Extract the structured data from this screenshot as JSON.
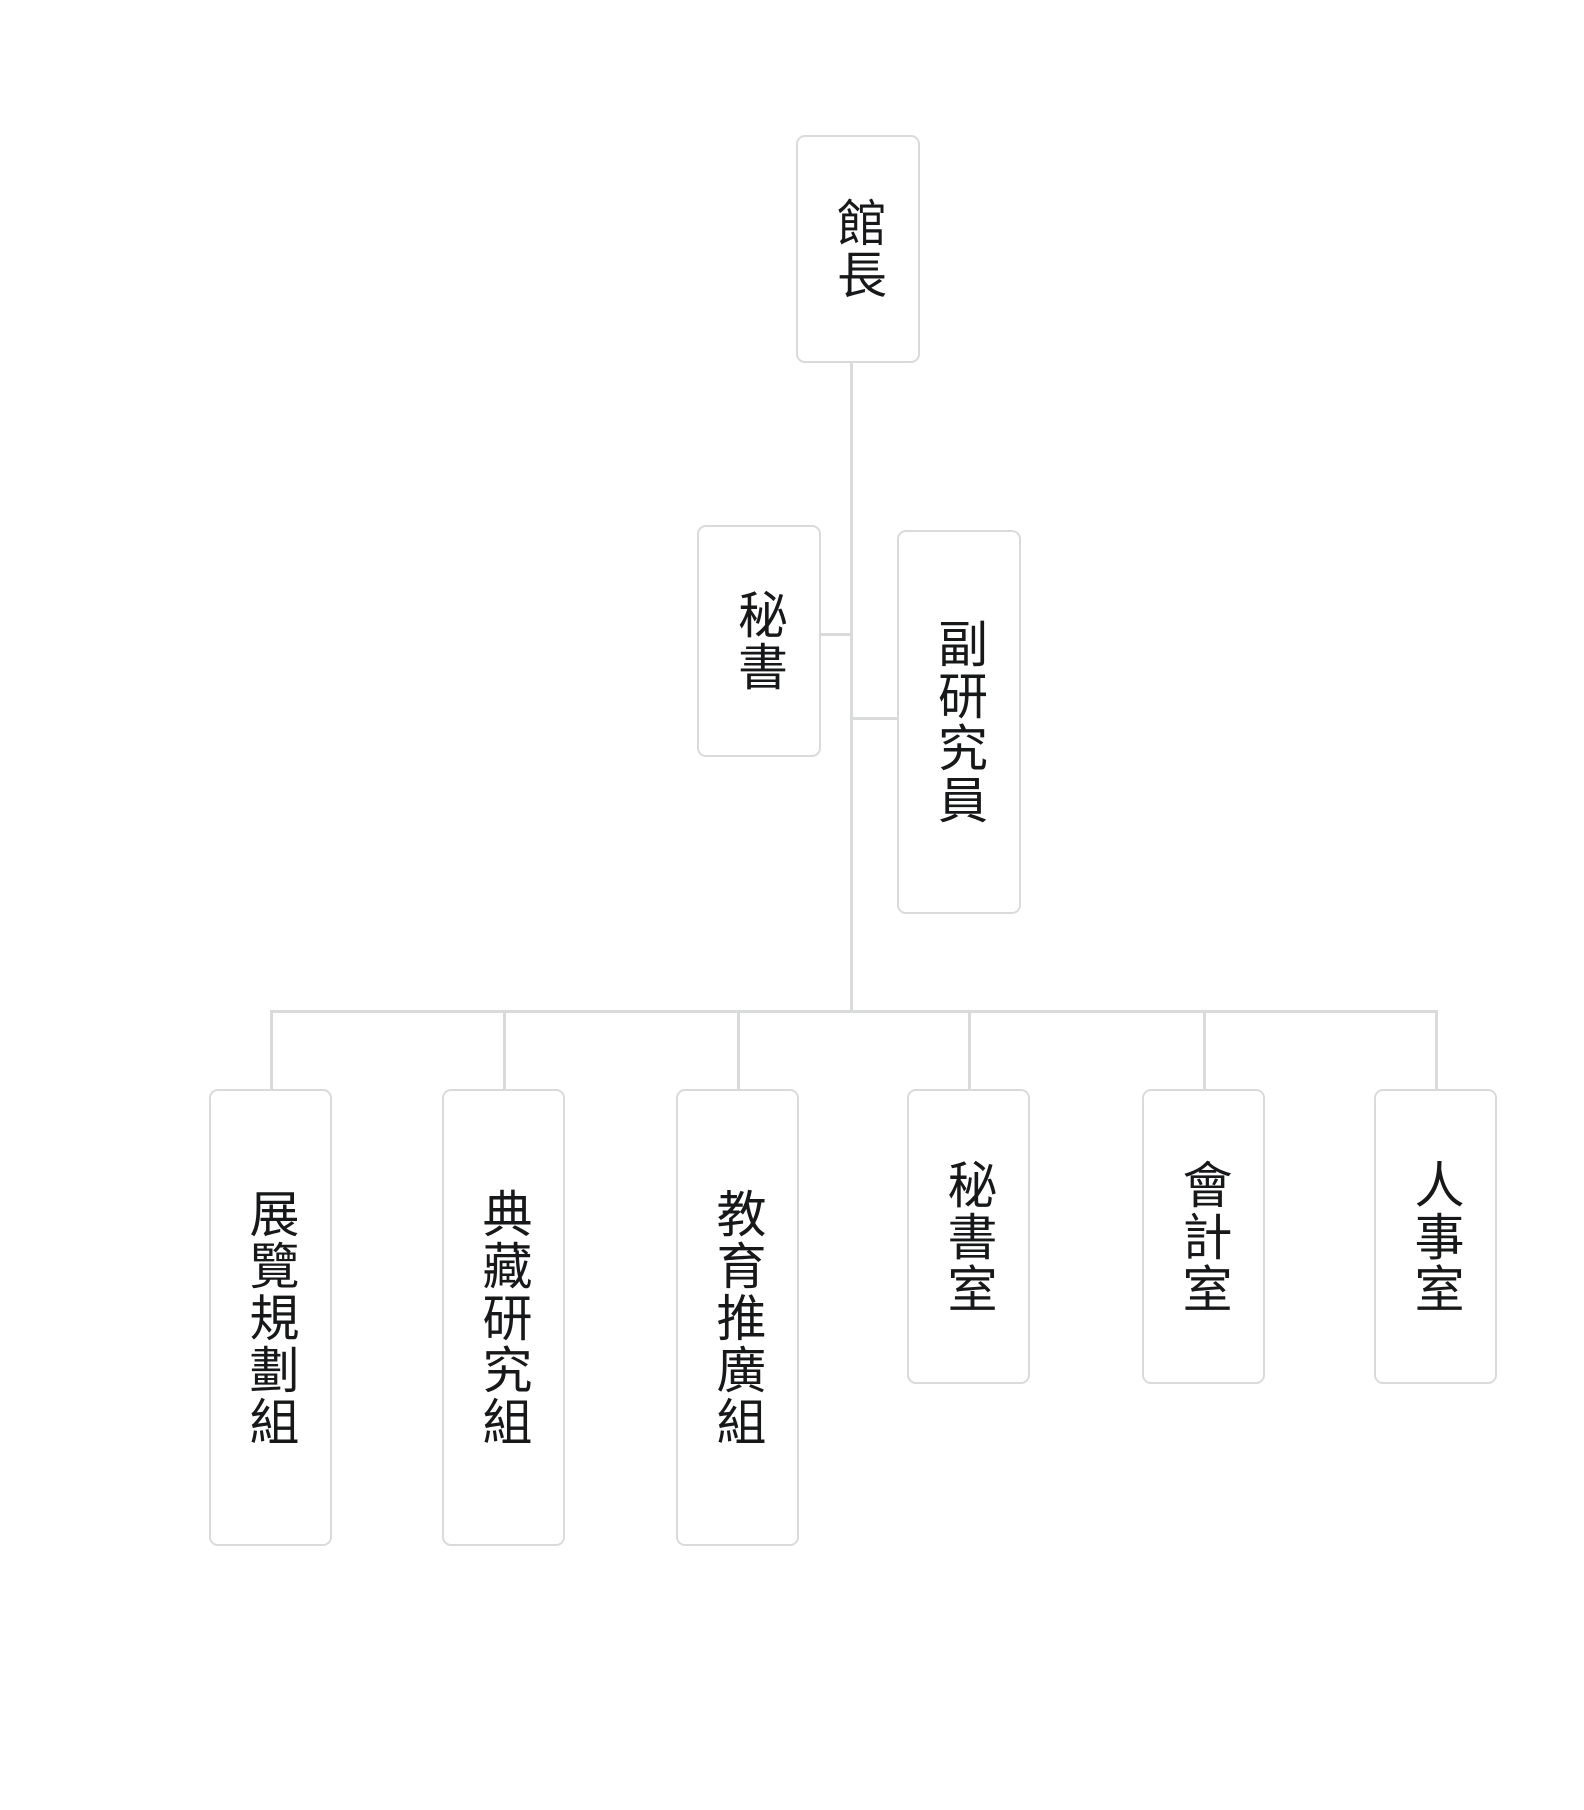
{
  "chart_data": {
    "type": "diagram",
    "title": "",
    "subtype": "organization-chart",
    "orientation": "top-down",
    "text_direction": "vertical-rl",
    "colors": {
      "background": "#ffffff",
      "box_border": "#d9dbdb",
      "connector": "#d9dbdb",
      "text": "#17181a"
    },
    "nodes": [
      {
        "id": "director",
        "label": "館長",
        "level": 0,
        "parent": null
      },
      {
        "id": "secretary",
        "label": "秘書",
        "level": 1,
        "parent": "director",
        "attach": "left"
      },
      {
        "id": "researcher",
        "label": "副研究員",
        "level": 1,
        "parent": "director",
        "attach": "right"
      },
      {
        "id": "unit1",
        "label": "展覽規劃組",
        "level": 2,
        "parent": "director"
      },
      {
        "id": "unit2",
        "label": "典藏研究組",
        "level": 2,
        "parent": "director"
      },
      {
        "id": "unit3",
        "label": "教育推廣組",
        "level": 2,
        "parent": "director"
      },
      {
        "id": "unit4",
        "label": "秘書室",
        "level": 2,
        "parent": "director"
      },
      {
        "id": "unit5",
        "label": "會計室",
        "level": 2,
        "parent": "director"
      },
      {
        "id": "unit6",
        "label": "人事室",
        "level": 2,
        "parent": "director"
      }
    ]
  },
  "chart": {
    "director": {
      "label": "館長"
    },
    "staff": {
      "secretary": {
        "label": "秘書"
      },
      "researcher": {
        "label": "副研究員"
      }
    },
    "units": [
      {
        "label": "展覽規劃組"
      },
      {
        "label": "典藏研究組"
      },
      {
        "label": "教育推廣組"
      },
      {
        "label": "秘書室"
      },
      {
        "label": "會計室"
      },
      {
        "label": "人事室"
      }
    ]
  }
}
